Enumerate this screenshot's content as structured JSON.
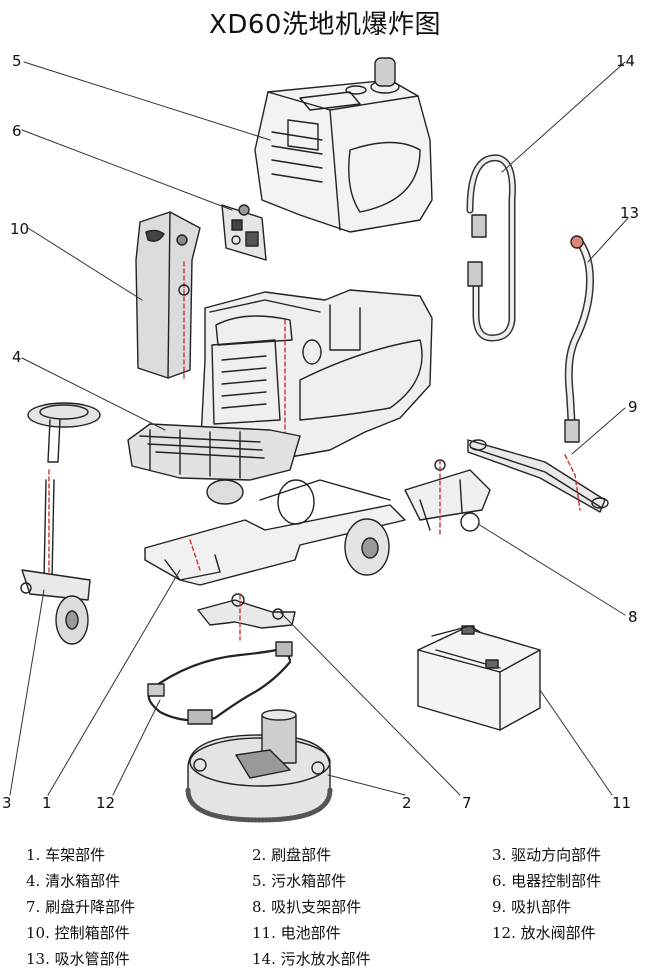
{
  "title": "XD60洗地机爆炸图",
  "callouts": [
    "1",
    "2",
    "3",
    "4",
    "5",
    "6",
    "7",
    "8",
    "9",
    "10",
    "11",
    "12",
    "13",
    "14"
  ],
  "legend": [
    "1. 车架部件",
    "2. 刷盘部件",
    "3. 驱动方向部件",
    "4. 清水箱部件",
    "5. 污水箱部件",
    "6. 电器控制部件",
    "7. 刷盘升降部件",
    "8. 吸扒支架部件",
    "9. 吸扒部件",
    "10. 控制箱部件",
    "11. 电池部件",
    "12. 放水阀部件",
    "13. 吸水管部件",
    "14. 污水放水部件"
  ]
}
